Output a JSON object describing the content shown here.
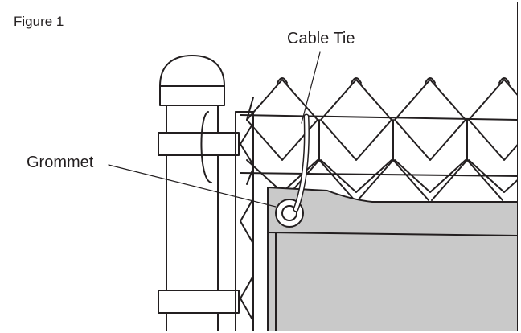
{
  "figure": {
    "title": "Figure 1",
    "labels": {
      "cable_tie": "Cable Tie",
      "grommet": "Grommet"
    }
  },
  "colors": {
    "line": "#231f20",
    "screen_fill": "#c9c9c9",
    "background": "#ffffff"
  }
}
